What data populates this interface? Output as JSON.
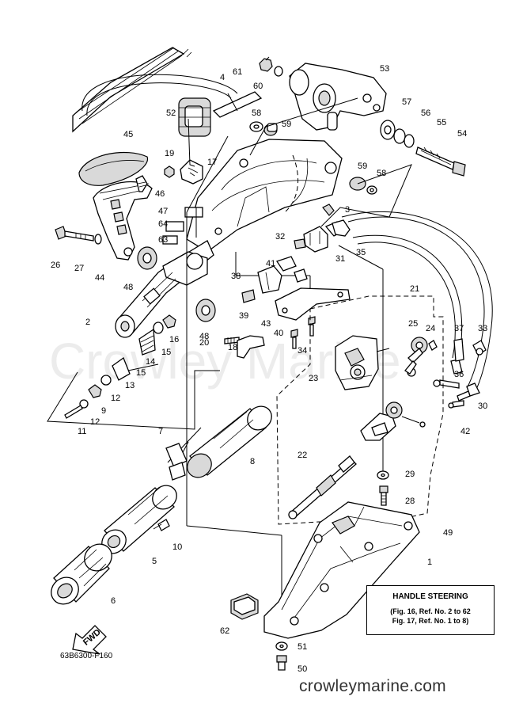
{
  "watermark": "Crowley Marine",
  "info_box": {
    "title": "HANDLE STEERING",
    "line1": "(Fig. 16, Ref. No. 2 to 62",
    "line2": "Fig. 17, Ref. No. 1 to 8)"
  },
  "figure_code": "63B6300-F160",
  "site_url": "crowleymarine.com",
  "fwd_label": "FWD",
  "callouts": [
    {
      "id": "1",
      "label": "1"
    },
    {
      "id": "2",
      "label": "2"
    },
    {
      "id": "3",
      "label": "3"
    },
    {
      "id": "4",
      "label": "4"
    },
    {
      "id": "5",
      "label": "5"
    },
    {
      "id": "6",
      "label": "6"
    },
    {
      "id": "7",
      "label": "7"
    },
    {
      "id": "8",
      "label": "8"
    },
    {
      "id": "9",
      "label": "9"
    },
    {
      "id": "10",
      "label": "10"
    },
    {
      "id": "11",
      "label": "11"
    },
    {
      "id": "12a",
      "label": "12"
    },
    {
      "id": "12b",
      "label": "12"
    },
    {
      "id": "13",
      "label": "13"
    },
    {
      "id": "14",
      "label": "14"
    },
    {
      "id": "15a",
      "label": "15"
    },
    {
      "id": "15b",
      "label": "15"
    },
    {
      "id": "16",
      "label": "16"
    },
    {
      "id": "17",
      "label": "17"
    },
    {
      "id": "18",
      "label": "18"
    },
    {
      "id": "19",
      "label": "19"
    },
    {
      "id": "20",
      "label": "20"
    },
    {
      "id": "21",
      "label": "21"
    },
    {
      "id": "22",
      "label": "22"
    },
    {
      "id": "23",
      "label": "23"
    },
    {
      "id": "24",
      "label": "24"
    },
    {
      "id": "25",
      "label": "25"
    },
    {
      "id": "26",
      "label": "26"
    },
    {
      "id": "27",
      "label": "27"
    },
    {
      "id": "28",
      "label": "28"
    },
    {
      "id": "29",
      "label": "29"
    },
    {
      "id": "30",
      "label": "30"
    },
    {
      "id": "31",
      "label": "31"
    },
    {
      "id": "32",
      "label": "32"
    },
    {
      "id": "33",
      "label": "33"
    },
    {
      "id": "34",
      "label": "34"
    },
    {
      "id": "35",
      "label": "35"
    },
    {
      "id": "36",
      "label": "36"
    },
    {
      "id": "37",
      "label": "37"
    },
    {
      "id": "38",
      "label": "38"
    },
    {
      "id": "39",
      "label": "39"
    },
    {
      "id": "40",
      "label": "40"
    },
    {
      "id": "41",
      "label": "41"
    },
    {
      "id": "42",
      "label": "42"
    },
    {
      "id": "43",
      "label": "43"
    },
    {
      "id": "44",
      "label": "44"
    },
    {
      "id": "45",
      "label": "45"
    },
    {
      "id": "46",
      "label": "46"
    },
    {
      "id": "47",
      "label": "47"
    },
    {
      "id": "48a",
      "label": "48"
    },
    {
      "id": "48b",
      "label": "48"
    },
    {
      "id": "49",
      "label": "49"
    },
    {
      "id": "50",
      "label": "50"
    },
    {
      "id": "51",
      "label": "51"
    },
    {
      "id": "52",
      "label": "52"
    },
    {
      "id": "53",
      "label": "53"
    },
    {
      "id": "54",
      "label": "54"
    },
    {
      "id": "55",
      "label": "55"
    },
    {
      "id": "56",
      "label": "56"
    },
    {
      "id": "57",
      "label": "57"
    },
    {
      "id": "58a",
      "label": "58"
    },
    {
      "id": "58b",
      "label": "58"
    },
    {
      "id": "59a",
      "label": "59"
    },
    {
      "id": "59b",
      "label": "59"
    },
    {
      "id": "60",
      "label": "60"
    },
    {
      "id": "61",
      "label": "61"
    },
    {
      "id": "62",
      "label": "62"
    },
    {
      "id": "63",
      "label": "63"
    },
    {
      "id": "64",
      "label": "64"
    }
  ]
}
